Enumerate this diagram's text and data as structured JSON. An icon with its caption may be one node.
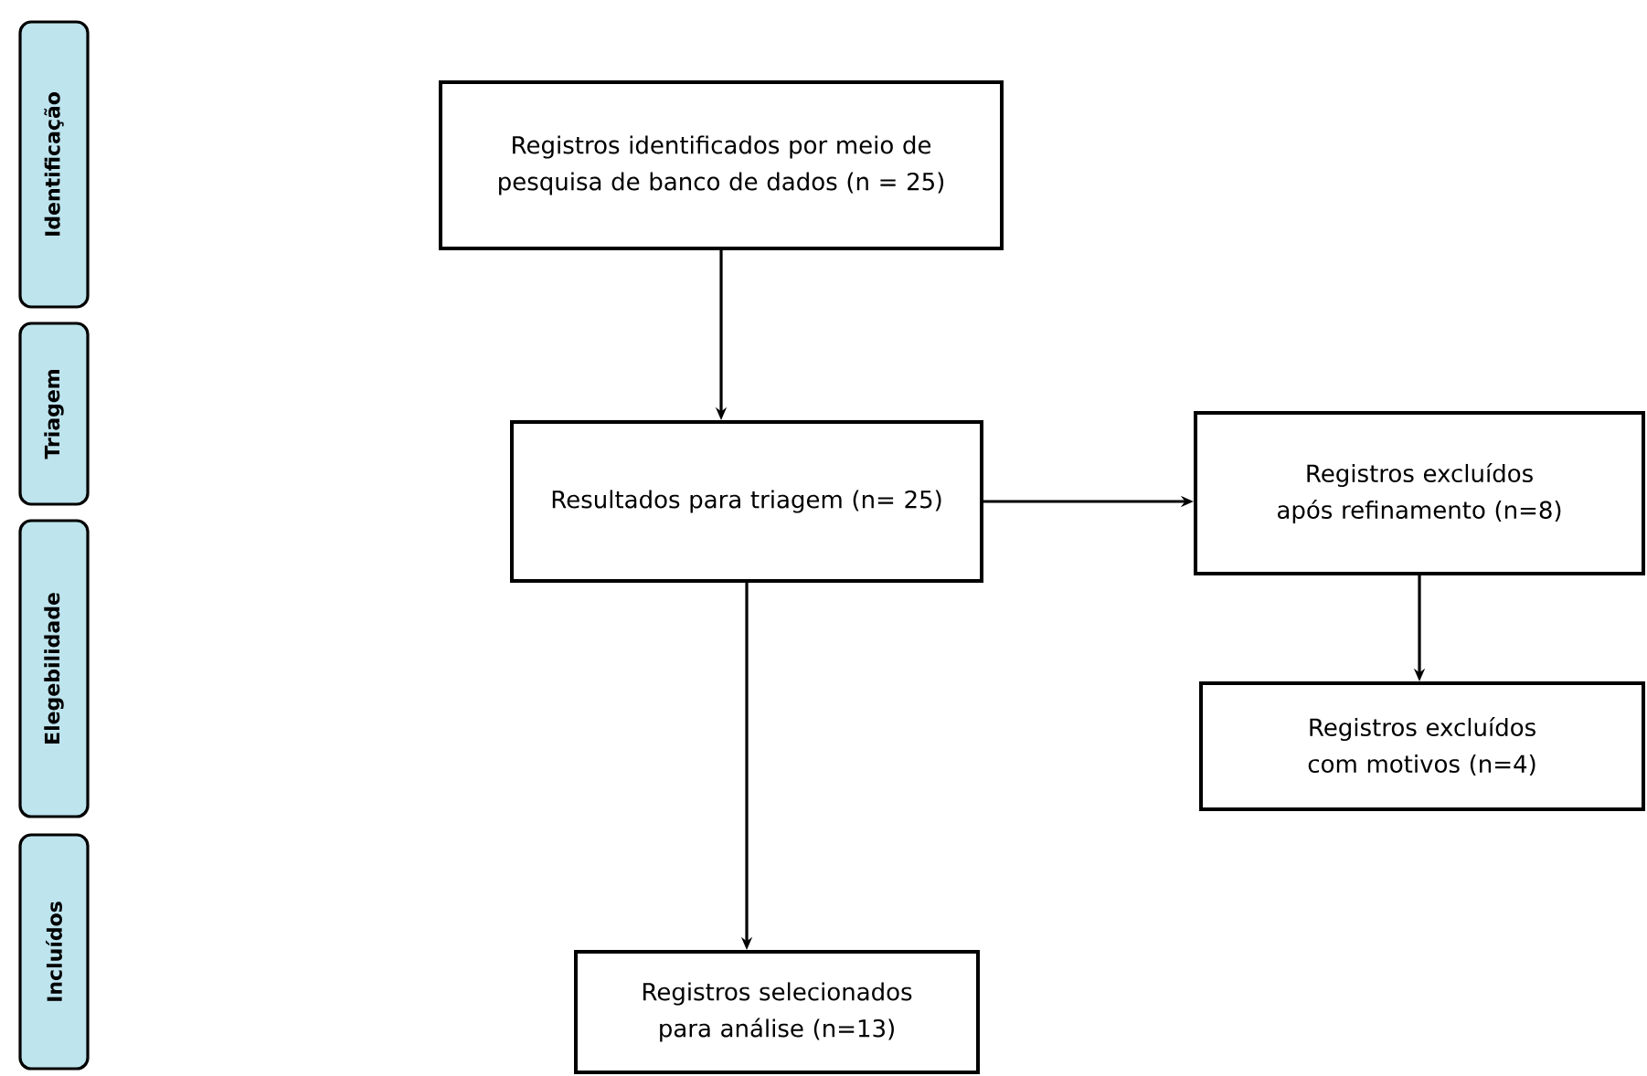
{
  "diagram": {
    "nodes": [
      {
        "text": [
          "Registros identificados por meio de pesquisa de banco de dados (n = 25)"
        ]
      },
      {
        "text": [
          "Resultados para triagem (n= 25)"
        ]
      },
      {
        "text": [
          "Registros excluídos após refinamento (n=8)"
        ]
      },
      {
        "text": [
          "Registros excluídos com motivos (n=4)"
        ]
      },
      {
        "text": [
          "Registros selecionados para análise (n=13)"
        ]
      },
      {
        "text": [
          "Identificação"
        ]
      },
      {
        "text": [
          "Triagem"
        ]
      },
      {
        "text": [
          "Elegebilidade"
        ]
      },
      {
        "text": [
          "Incluídos"
        ]
      }
    ],
    "edges": [
      {
        "from": 0,
        "to": 1,
        "arrow": "to"
      },
      {
        "from": 1,
        "to": 2,
        "arrow": "to"
      },
      {
        "from": 1,
        "to": 4,
        "arrow": "to"
      },
      {
        "from": 2,
        "to": 3,
        "arrow": "to"
      }
    ]
  }
}
